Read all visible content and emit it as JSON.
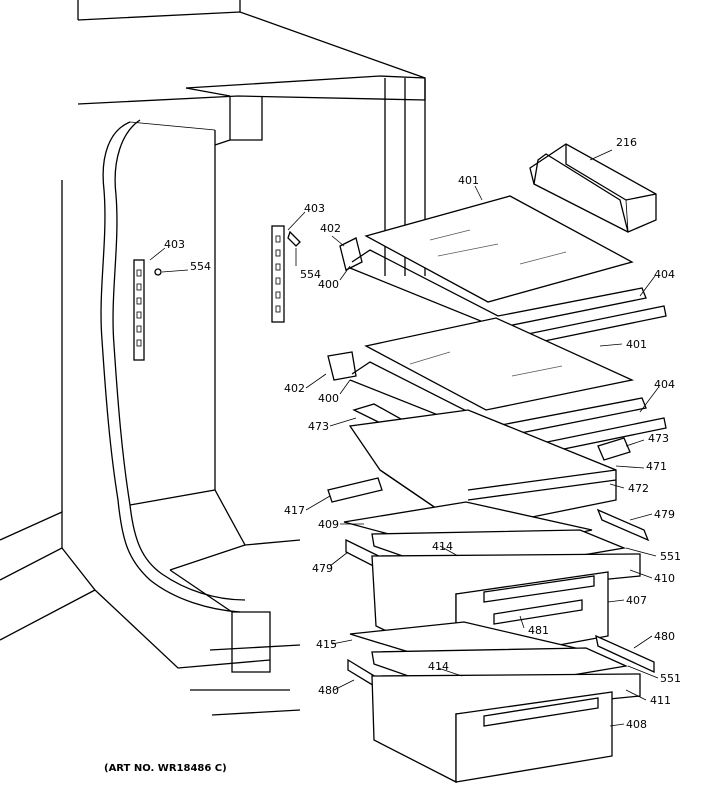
{
  "caption": "(ART NO. WR18486 C)",
  "parts": [
    {
      "label": "216",
      "name": "part-216-door-bin"
    },
    {
      "label": "401",
      "name": "part-401-glass-shelf-upper"
    },
    {
      "label": "403",
      "name": "part-403-shelf-ladder-right"
    },
    {
      "label": "402",
      "name": "part-402-shelf-support-upper"
    },
    {
      "label": "554",
      "name": "part-554-screw-right"
    },
    {
      "label": "400",
      "name": "part-400-shelf-frame-upper"
    },
    {
      "label": "404",
      "name": "part-404-shelf-trim-upper"
    },
    {
      "label": "403",
      "name": "part-403-shelf-ladder-left"
    },
    {
      "label": "554",
      "name": "part-554-screw-left"
    },
    {
      "label": "401",
      "name": "part-401-glass-shelf-lower"
    },
    {
      "label": "404",
      "name": "part-404-shelf-trim-lower"
    },
    {
      "label": "402",
      "name": "part-402-shelf-support-lower"
    },
    {
      "label": "400",
      "name": "part-400-shelf-frame-lower"
    },
    {
      "label": "473",
      "name": "part-473-drawer-rail-left"
    },
    {
      "label": "473",
      "name": "part-473-drawer-rail-right"
    },
    {
      "label": "471",
      "name": "part-471-meat-pan-cover"
    },
    {
      "label": "472",
      "name": "part-472-meat-pan"
    },
    {
      "label": "417",
      "name": "part-417-slide-rail"
    },
    {
      "label": "479",
      "name": "part-479-slide-right"
    },
    {
      "label": "409",
      "name": "part-409-crisper-cover-glass"
    },
    {
      "label": "414",
      "name": "part-414-cover-frame-upper"
    },
    {
      "label": "551",
      "name": "part-551-clip-upper"
    },
    {
      "label": "479",
      "name": "part-479-slide-left"
    },
    {
      "label": "410",
      "name": "part-410-pan-trim-upper"
    },
    {
      "label": "407",
      "name": "part-407-crisper-pan-upper"
    },
    {
      "label": "481",
      "name": "part-481-pan-handle"
    },
    {
      "label": "480",
      "name": "part-480-slide-right"
    },
    {
      "label": "415",
      "name": "part-415-crisper-cover-glass-lower"
    },
    {
      "label": "414",
      "name": "part-414-cover-frame-lower"
    },
    {
      "label": "551",
      "name": "part-551-clip-lower"
    },
    {
      "label": "480",
      "name": "part-480-slide-left"
    },
    {
      "label": "411",
      "name": "part-411-pan-trim-lower"
    },
    {
      "label": "408",
      "name": "part-408-crisper-pan-lower"
    }
  ]
}
